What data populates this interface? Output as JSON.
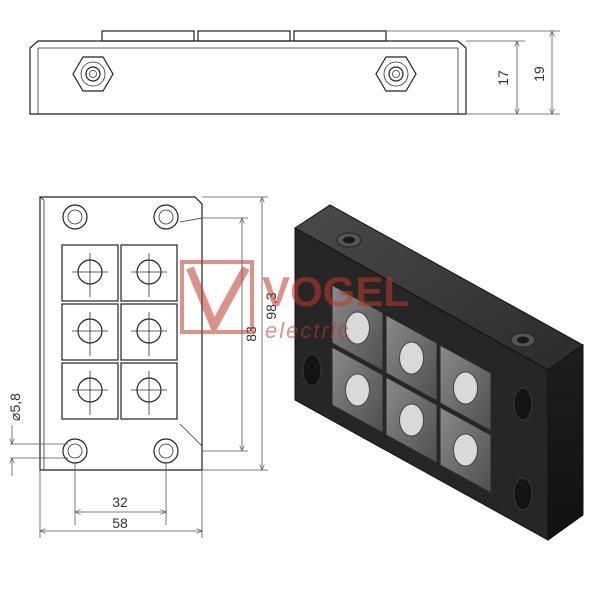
{
  "side_view": {
    "dim_height_inner": "17",
    "dim_height_outer": "19"
  },
  "front_view": {
    "dim_height_inner": "83",
    "dim_height_outer": "98,3",
    "dim_hole_diameter": "⌀5,8",
    "dim_width_inner": "32",
    "dim_width_outer": "58"
  },
  "watermark": {
    "brand": "VOGEL",
    "sub": "electric"
  },
  "colors": {
    "line": "#222222",
    "body_dark": "#2a2a2a",
    "grommet": "#6e6e6e",
    "watermark": "#c0392b"
  },
  "icons": [
    "hex-nut-icon",
    "logo-v-icon"
  ]
}
